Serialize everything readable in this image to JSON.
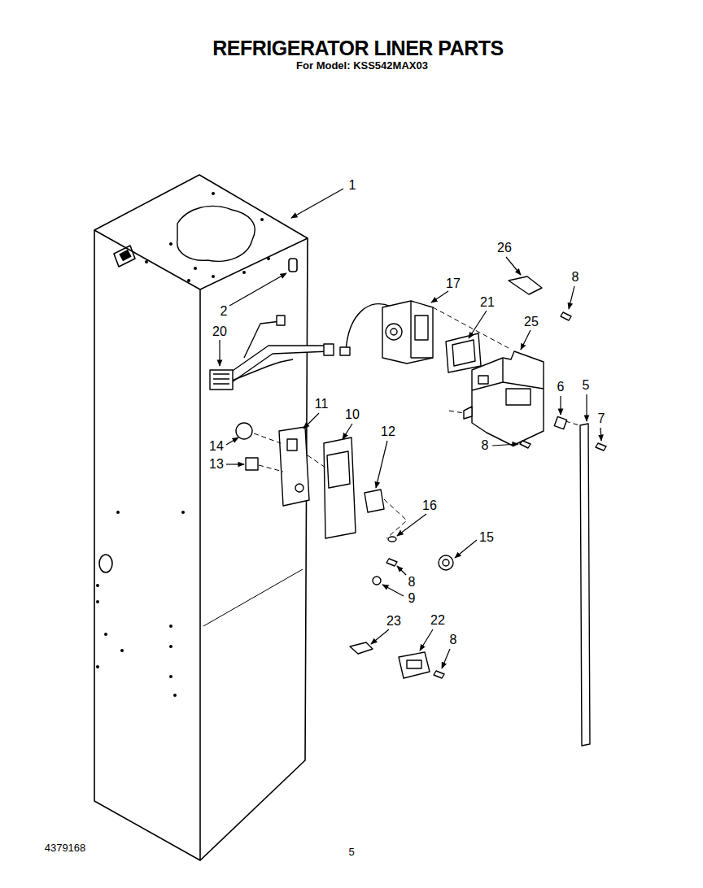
{
  "diagram": {
    "title": "REFRIGERATOR LINER PARTS",
    "labels": [
      "For Model: KSS542MAX03",
      "1",
      "2",
      "20",
      "26",
      "8",
      "17",
      "21",
      "25",
      "11",
      "10",
      "12",
      "6",
      "5",
      "7",
      "14",
      "13",
      "16",
      "15",
      "8",
      "8",
      "9",
      "23",
      "22",
      "8",
      "4379168",
      "5"
    ]
  }
}
